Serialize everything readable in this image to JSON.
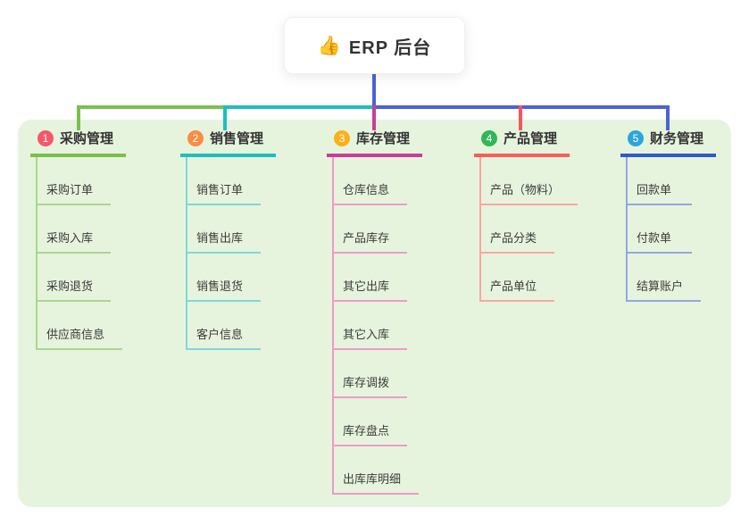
{
  "root": {
    "icon": "👍",
    "title": "ERP 后台"
  },
  "connector": {
    "stem_color": "#4B63D5",
    "segment_colors": [
      "#7CBF4F",
      "#1EBEBF",
      "#4B63D5"
    ]
  },
  "panel": {
    "background": "#E6F4DD"
  },
  "branches": [
    {
      "num": "1",
      "label": "采购管理",
      "badge": "#F5576C",
      "line": "#7CBF4F",
      "light": "#ABD68D",
      "drop": "#7CBF4F",
      "children": [
        "采购订单",
        "采购入库",
        "采购退货",
        "供应商信息"
      ]
    },
    {
      "num": "2",
      "label": "销售管理",
      "badge": "#FB8C43",
      "line": "#1EBEBF",
      "light": "#7ED8D8",
      "drop": "#1EBEBF",
      "children": [
        "销售订单",
        "销售出库",
        "销售退货",
        "客户信息"
      ]
    },
    {
      "num": "3",
      "label": "库存管理",
      "badge": "#FBB01B",
      "line": "#CB3D98",
      "light": "#EF9AC9",
      "drop": "#CB3D98",
      "children": [
        "仓库信息",
        "产品库存",
        "其它出库",
        "其它入库",
        "库存调拨",
        "库存盘点",
        "出库库明细"
      ]
    },
    {
      "num": "4",
      "label": "产品管理",
      "badge": "#31B757",
      "line": "#F75E59",
      "light": "#FBA5A2",
      "drop": "#F5565B",
      "children": [
        "产品（物料）",
        "产品分类",
        "产品单位"
      ]
    },
    {
      "num": "5",
      "label": "财务管理",
      "badge": "#2BA6DC",
      "line": "#2F5AC8",
      "light": "#92A6E2",
      "drop": "#4B63D5",
      "children": [
        "回款单",
        "付款单",
        "结算账户"
      ]
    }
  ]
}
